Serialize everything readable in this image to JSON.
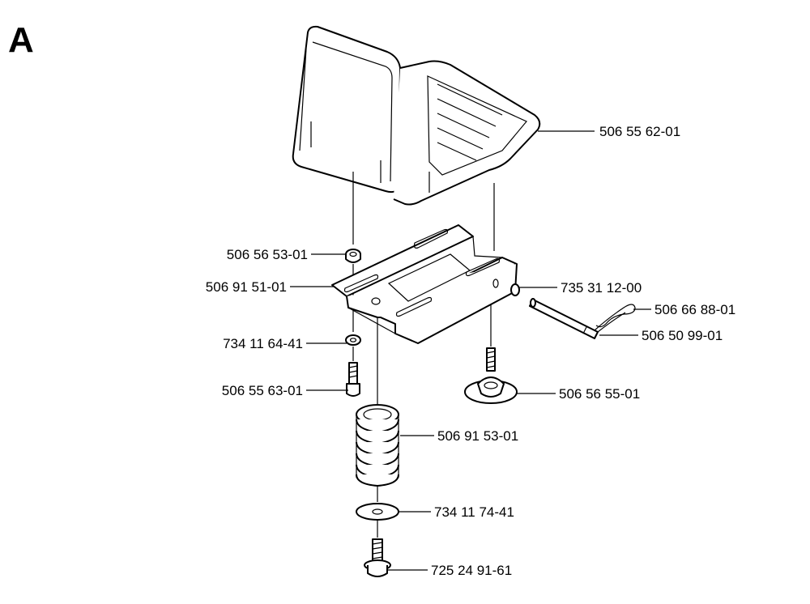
{
  "section_letter": "A",
  "parts": [
    {
      "id": "seat",
      "number": "506 55 62-01"
    },
    {
      "id": "bushing",
      "number": "506 56 53-01"
    },
    {
      "id": "slide-bracket",
      "number": "506 91 51-01"
    },
    {
      "id": "washer-small",
      "number": "734 11 64-41"
    },
    {
      "id": "bolt-short",
      "number": "506 55 63-01"
    },
    {
      "id": "spring",
      "number": "506 91 53-01"
    },
    {
      "id": "washer-large",
      "number": "734 11 74-41"
    },
    {
      "id": "screw-flange",
      "number": "725 24 91-61"
    },
    {
      "id": "washer-pin",
      "number": "735 31 12-00"
    },
    {
      "id": "hair-clip",
      "number": "506 66 88-01"
    },
    {
      "id": "pin",
      "number": "506 50 99-01"
    },
    {
      "id": "knob",
      "number": "506 56 55-01"
    }
  ]
}
